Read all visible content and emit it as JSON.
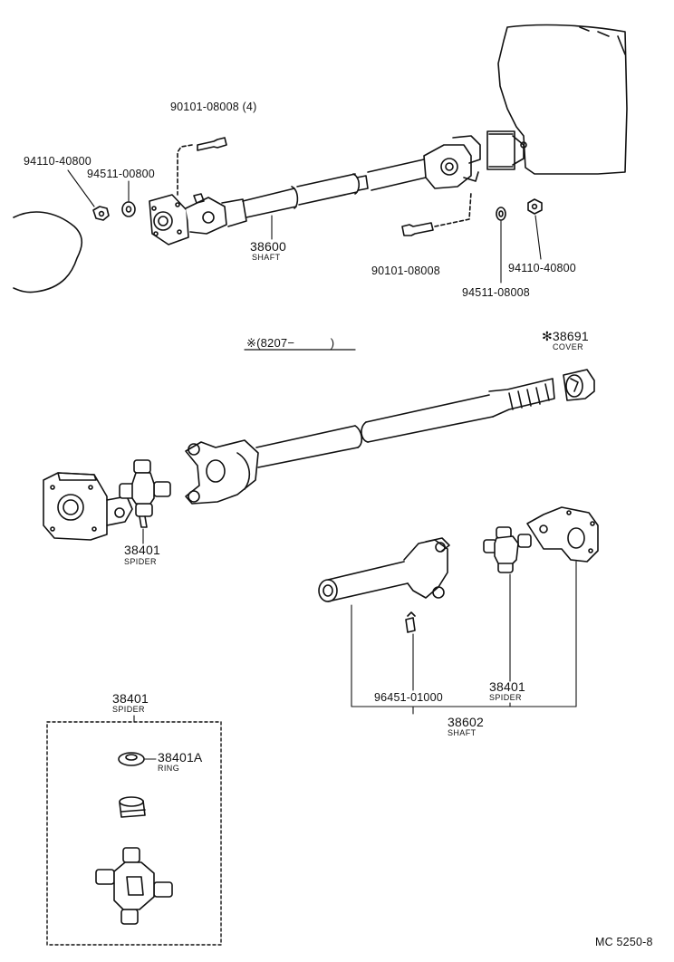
{
  "colors": {
    "ink": "#111111",
    "paper": "#ffffff"
  },
  "labels": {
    "bolt_top": "90101-08008 (4)",
    "nut_left": "94110-40800",
    "washer_left": "94511-00800",
    "shaft_upper_pn": "38600",
    "shaft_upper_name": "SHAFT",
    "bolt_right": "90101-08008",
    "nut_right": "94110-40800",
    "washer_right": "94511-08008",
    "date_note": "※(8207−　　　)",
    "cover_pn": "✻38691",
    "cover_name": "COVER",
    "spider_left_pn": "38401",
    "spider_left_name": "SPIDER",
    "grease_fitting_pn": "96451-01000",
    "spider_right_pn": "38401",
    "spider_right_name": "SPIDER",
    "shaft_lower_pn": "38602",
    "shaft_lower_name": "SHAFT",
    "kit_pn": "38401",
    "kit_name": "SPIDER",
    "ring_pn": "38401A",
    "ring_name": "RING",
    "catalog_code": "MC 5250-8"
  }
}
